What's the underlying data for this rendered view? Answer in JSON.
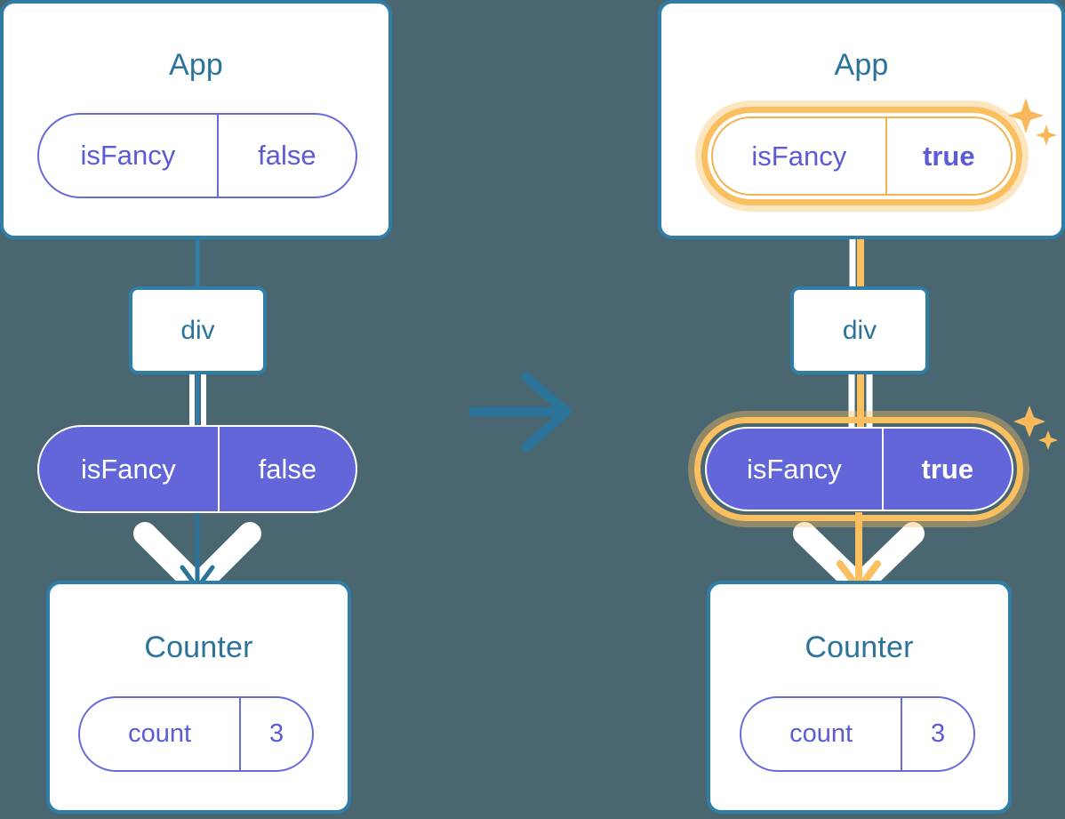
{
  "diagram": {
    "title_left": "App",
    "title_right": "App",
    "transition_arrow": "arrow-right-icon",
    "background_color": "#4a6670",
    "accent_blue": "#307ea8",
    "accent_purple": "#6366d8",
    "accent_highlight": "#fabf5f"
  },
  "left": {
    "app": {
      "label": "App",
      "state_pill": {
        "name": "isFancy",
        "value": "false"
      }
    },
    "dom": {
      "label": "div"
    },
    "prop_pill": {
      "name": "isFancy",
      "value": "false"
    },
    "counter": {
      "label": "Counter",
      "state_pill": {
        "name": "count",
        "value": "3"
      }
    }
  },
  "right": {
    "app": {
      "label": "App",
      "state_pill": {
        "name": "isFancy",
        "value": "true"
      },
      "highlighted": true,
      "sparkle": "sparkle-icon"
    },
    "dom": {
      "label": "div"
    },
    "prop_pill": {
      "name": "isFancy",
      "value": "true",
      "highlighted": true,
      "sparkle": "sparkle-icon"
    },
    "counter": {
      "label": "Counter",
      "state_pill": {
        "name": "count",
        "value": "3"
      }
    }
  }
}
